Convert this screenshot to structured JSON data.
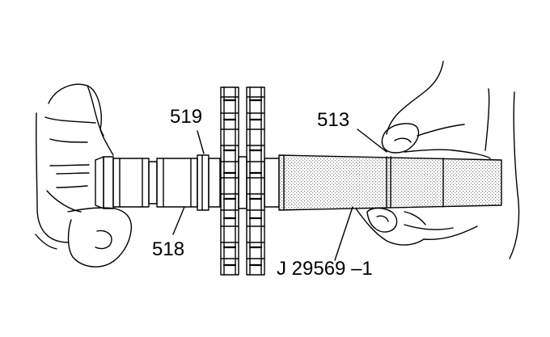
{
  "figure": {
    "callouts": {
      "c519": "519",
      "c513": "513",
      "c518": "518",
      "tool": "J 29569 –1"
    },
    "colors": {
      "line": "#000000",
      "stipple": "#9a9a9a",
      "background": "#ffffff"
    }
  }
}
